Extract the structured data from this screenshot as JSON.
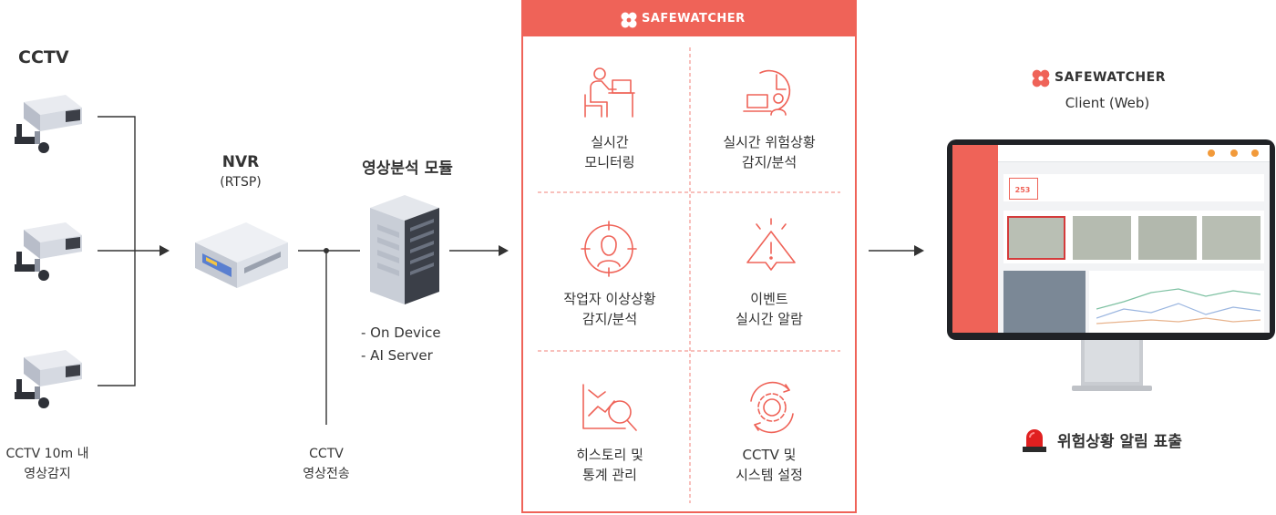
{
  "left": {
    "cctv_title": "CCTV",
    "cctv_caption": [
      "CCTV 10m 내",
      "영상감지"
    ]
  },
  "nvr": {
    "title": "NVR",
    "subtitle": "(RTSP)"
  },
  "transfer": {
    "caption": [
      "CCTV",
      "영상전송"
    ]
  },
  "analysis": {
    "title": "영상분석 모듈",
    "items": [
      "- On Device",
      "- AI Server"
    ]
  },
  "panel": {
    "brand": "SAFEWATCHER",
    "features": [
      {
        "icon": "monitoring-person-icon",
        "lines": [
          "실시간",
          "모니터링"
        ]
      },
      {
        "icon": "clock-alert-icon",
        "lines": [
          "실시간 위험상황",
          "감지/분석"
        ]
      },
      {
        "icon": "worker-target-icon",
        "lines": [
          "작업자 이상상황",
          "감지/분석"
        ]
      },
      {
        "icon": "warning-triangle-icon",
        "lines": [
          "이벤트",
          "실시간 알람"
        ]
      },
      {
        "icon": "history-chart-icon",
        "lines": [
          "히스토리 및",
          "통계 관리"
        ]
      },
      {
        "icon": "settings-gear-icon",
        "lines": [
          "CCTV 및",
          "시스템 설정"
        ]
      }
    ]
  },
  "client": {
    "brand": "SAFEWATCHER",
    "subtitle": "Client (Web)",
    "alert": "위험상황 알림 표출",
    "dashboard": {
      "big_number": "253"
    }
  },
  "colors": {
    "accent": "#ef6358",
    "line": "#333333"
  }
}
